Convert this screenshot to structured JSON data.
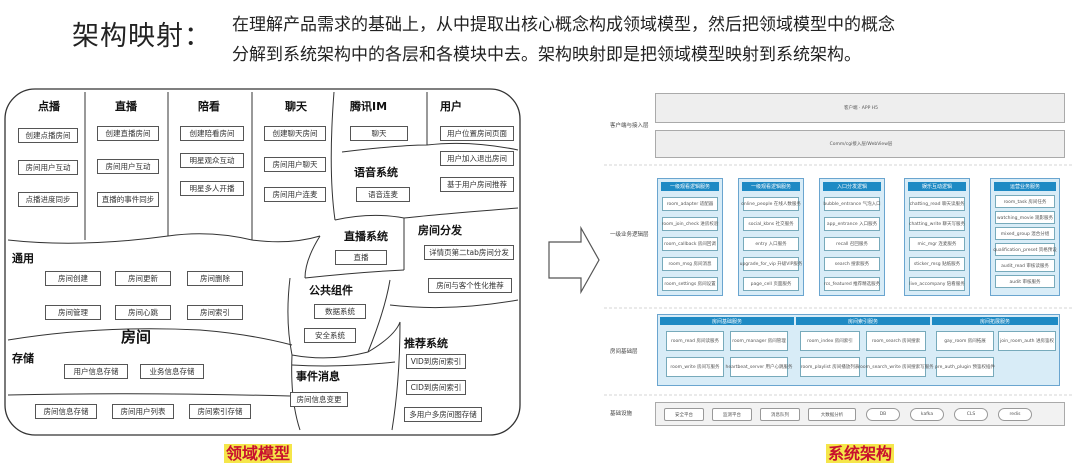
{
  "header": {
    "title": "架构映射：",
    "description_line1": "在理解产品需求的基础上，从中提取出核心概念构成领域模型，然后把领域模型中的概念",
    "description_line2": "分解到系统架构中的各层和各模块中去。架构映射即是把领域模型映射到系统架构。"
  },
  "domain_model": {
    "caption": "领域模型",
    "room_label": "房间",
    "groups": {
      "dianbo": {
        "title": "点播",
        "items": [
          "创建点播房间",
          "房间用户互动",
          "点播进度同步"
        ]
      },
      "zhibo": {
        "title": "直播",
        "items": [
          "创建直播房间",
          "房间用户互动",
          "直播的事件同步"
        ]
      },
      "peikan": {
        "title": "陪看",
        "items": [
          "创建陪看房间",
          "明星观众互动",
          "明星多人开播"
        ]
      },
      "liaotian": {
        "title": "聊天",
        "items": [
          "创建聊天房间",
          "房间用户聊天",
          "房间用户连麦"
        ]
      },
      "im": {
        "title": "腾讯IM",
        "items": [
          "聊天"
        ]
      },
      "yonghu": {
        "title": "用户",
        "items": [
          "用户位置房间页面",
          "用户加入退出房间",
          "基于用户房间推荐"
        ]
      },
      "yuyin": {
        "title": "语音系统",
        "items": [
          "语音连麦"
        ]
      },
      "zhibosys": {
        "title": "直播系统",
        "items": [
          "直播"
        ]
      },
      "fenfa": {
        "title": "房间分发",
        "items": [
          "详情页第二tab房间分发",
          "房间与客个性化推荐"
        ]
      },
      "tongyong": {
        "title": "通用",
        "items": [
          "房间创建",
          "房间更新",
          "房间删除",
          "房间管理",
          "房间心跳",
          "房间索引"
        ]
      },
      "gonggong": {
        "title": "公共组件",
        "items": [
          "数据系统",
          "安全系统"
        ]
      },
      "cunchu": {
        "title": "存储",
        "items": [
          "用户信息存储",
          "业务信息存储",
          "房间信息存储",
          "房间用户列表",
          "房间索引存储"
        ]
      },
      "shijian": {
        "title": "事件消息",
        "items": [
          "房间信息变更"
        ]
      },
      "tuijian": {
        "title": "推荐系统",
        "items": [
          "VID到房间索引",
          "CID到房间索引",
          "多用户多房间图存储"
        ]
      }
    }
  },
  "system_arch": {
    "caption": "系统架构",
    "layer_labels": [
      "客户端与接入层",
      "一级业务逻辑层",
      "房间基础层",
      "基础设施"
    ],
    "client_box": "客户端 · APP H5",
    "gateway_box": "Comm/cgi接入层/WebView层",
    "columns": [
      {
        "title": "一级观看逻辑服务",
        "items": [
          "room_adapter 适配器",
          "room_join_check 进房校验",
          "room_callback 房间回调",
          "room_msg 房间消息",
          "room_settings 房间设置"
        ]
      },
      {
        "title": "一级观看逻辑服务",
        "items": [
          "online_people 在线人数服务",
          "social_kbns 社交服务",
          "entry 入口服务",
          "upgrade_for_vip 升级VIP服务",
          "page_cell 页面服务"
        ]
      },
      {
        "title": "入口分发逻辑",
        "items": [
          "bubble_entrance 气泡入口",
          "app_entrance 入口服务",
          "recall 召回服务",
          "search 搜索服务",
          "rcs_featured 推荐精选服务"
        ]
      },
      {
        "title": "娱乐互动逻辑",
        "items": [
          "chatting_read 聊天读服务",
          "chatting_write 聊天写服务",
          "mic_mgr 连麦服务",
          "sticker_msg 贴纸服务",
          "live_accompany 陪看服务"
        ]
      },
      {
        "title": "运营业务服务",
        "items": [
          "room_task 房间任务",
          "watching_movie 观影服务",
          "mixed_group 混合分组",
          "qualification_preset 资格预设",
          "audit_read 审核读服务",
          "audit 审核服务"
        ]
      }
    ],
    "base_groups": [
      {
        "title": "房间基础服务",
        "items": [
          "room_read 房间读服务",
          "room_manager 房间管理",
          "room_write 房间写服务",
          "heartbeat_server 用户心跳服务"
        ]
      },
      {
        "title": "房间索引服务",
        "items": [
          "room_index 房间索引",
          "room_search 房间搜索",
          "room_playlist 房间播放列表",
          "room_search_write 房间搜索写服务"
        ]
      },
      {
        "title": "房间拓展服务",
        "items": [
          "gay_room 房间拓展",
          "join_room_auth 进房鉴权",
          "pre_auth_plugin 预鉴权插件"
        ]
      }
    ],
    "infra_items": [
      "安全平台",
      "监测平台",
      "消息队列",
      "大数据分析",
      "DB",
      "kafka",
      "CLS",
      "redis"
    ]
  }
}
